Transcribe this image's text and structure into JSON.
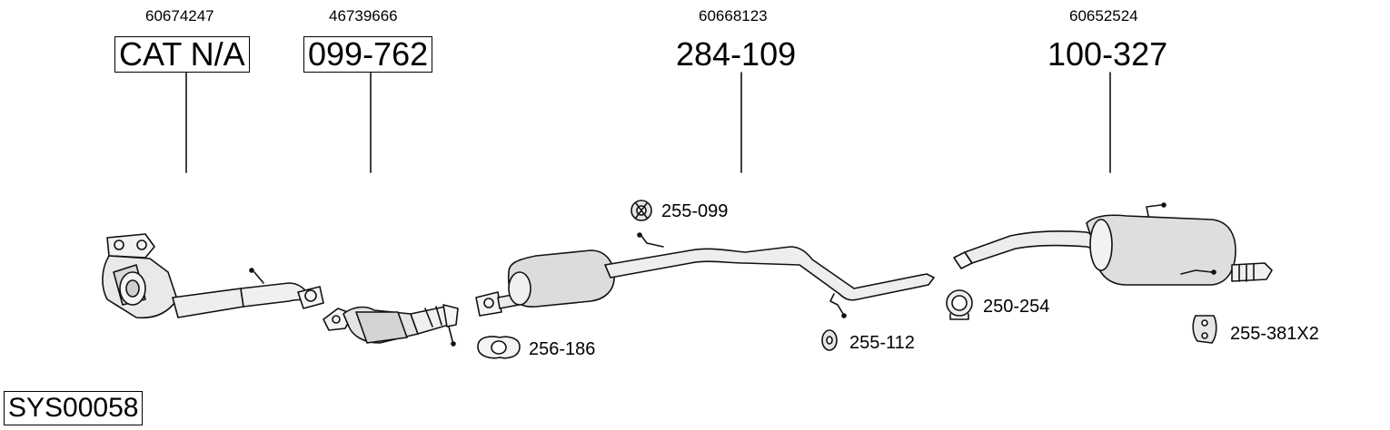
{
  "columns": [
    {
      "oem": "60674247",
      "part": "CAT N/A"
    },
    {
      "oem": "46739666",
      "part": "099-762"
    },
    {
      "oem": "60668123",
      "part": "284-109"
    },
    {
      "oem": "60652524",
      "part": "100-327"
    }
  ],
  "accessories": {
    "hanger_255_099": "255-099",
    "gasket_256_186": "256-186",
    "hanger_255_112": "255-112",
    "clamp_250_254": "250-254",
    "hanger_255_381": "255-381X2"
  },
  "system_code": "SYS00058"
}
